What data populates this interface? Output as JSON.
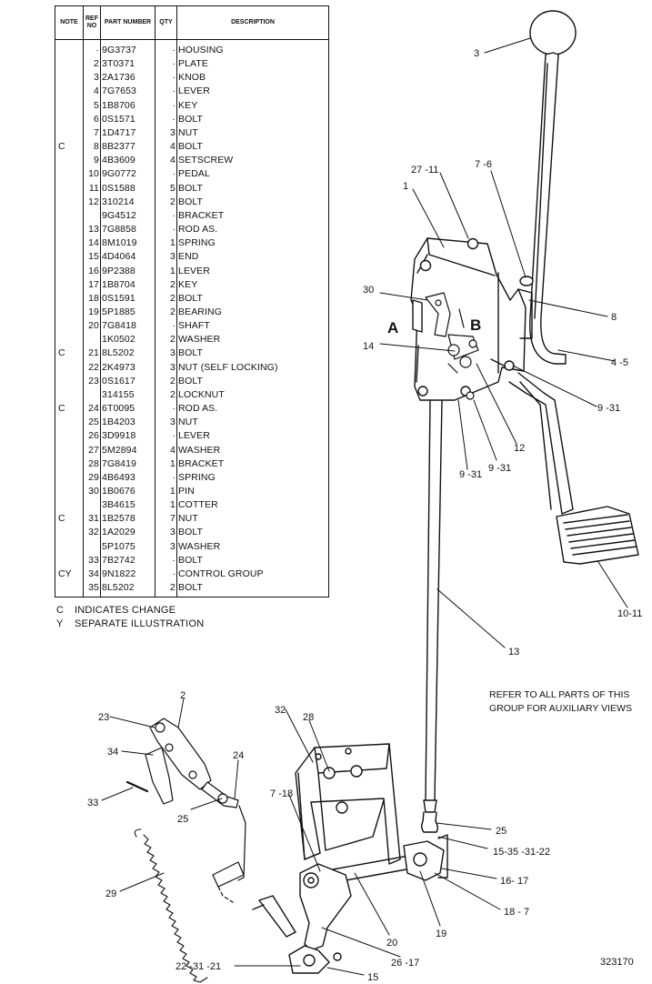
{
  "table": {
    "headers": {
      "note": "NOTE",
      "ref": "REF NO",
      "part": "PART NUMBER",
      "qty": "QTY",
      "desc": "DESCRIPTION"
    },
    "rows": [
      {
        "note": "",
        "ref": "·",
        "part": "9G3737",
        "qty": "·",
        "desc": "HOUSING"
      },
      {
        "note": "",
        "ref": "2",
        "part": "3T0371",
        "qty": "·",
        "desc": "PLATE"
      },
      {
        "note": "",
        "ref": "3",
        "part": "2A1736",
        "qty": "·",
        "desc": "KNOB"
      },
      {
        "note": "",
        "ref": "4",
        "part": "7G7653",
        "qty": "·",
        "desc": "LEVER"
      },
      {
        "note": "",
        "ref": "5",
        "part": "1B8706",
        "qty": "·",
        "desc": "KEY"
      },
      {
        "note": "",
        "ref": "6",
        "part": "0S1571",
        "qty": "·",
        "desc": "BOLT"
      },
      {
        "note": "",
        "ref": "7",
        "part": "1D4717",
        "qty": "3",
        "desc": "NUT"
      },
      {
        "note": "C",
        "ref": "8",
        "part": "8B2377",
        "qty": "4",
        "desc": "BOLT"
      },
      {
        "note": "",
        "ref": "9",
        "part": "4B3609",
        "qty": "4",
        "desc": "SETSCREW"
      },
      {
        "note": "",
        "ref": "10",
        "part": "9G0772",
        "qty": "·",
        "desc": "PEDAL"
      },
      {
        "note": "",
        "ref": "11",
        "part": "0S1588",
        "qty": "5",
        "desc": "BOLT"
      },
      {
        "note": "",
        "ref": "12",
        "part": "310214",
        "qty": "2",
        "desc": "BOLT"
      },
      {
        "note": "",
        "ref": "",
        "part": "9G4512",
        "qty": "·",
        "desc": "BRACKET"
      },
      {
        "note": "",
        "ref": "13",
        "part": "7G8858",
        "qty": "·",
        "desc": "ROD AS."
      },
      {
        "note": "",
        "ref": "14",
        "part": "8M1019",
        "qty": "1",
        "desc": "SPRING"
      },
      {
        "note": "",
        "ref": "15",
        "part": "4D4064",
        "qty": "3",
        "desc": "END"
      },
      {
        "note": "",
        "ref": "16",
        "part": "9P2388",
        "qty": "1",
        "desc": "LEVER"
      },
      {
        "note": "",
        "ref": "17",
        "part": "1B8704",
        "qty": "2",
        "desc": "KEY"
      },
      {
        "note": "",
        "ref": "18",
        "part": "0S1591",
        "qty": "2",
        "desc": "BOLT"
      },
      {
        "note": "",
        "ref": "19",
        "part": "5P1885",
        "qty": "2",
        "desc": "BEARING"
      },
      {
        "note": "",
        "ref": "20",
        "part": "7G8418",
        "qty": "·",
        "desc": "SHAFT"
      },
      {
        "note": "",
        "ref": "",
        "part": "1K0502",
        "qty": "2",
        "desc": "WASHER"
      },
      {
        "note": "C",
        "ref": "21",
        "part": "8L5202",
        "qty": "3",
        "desc": "BOLT"
      },
      {
        "note": "",
        "ref": "22",
        "part": "2K4973",
        "qty": "3",
        "desc": "NUT (SELF LOCKING)"
      },
      {
        "note": "",
        "ref": "23",
        "part": "0S1617",
        "qty": "2",
        "desc": "BOLT"
      },
      {
        "note": "",
        "ref": "",
        "part": "314155",
        "qty": "2",
        "desc": "LOCKNUT"
      },
      {
        "note": "C",
        "ref": "24",
        "part": "6T0095",
        "qty": "·",
        "desc": "ROD AS."
      },
      {
        "note": "",
        "ref": "25",
        "part": "1B4203",
        "qty": "3",
        "desc": "NUT"
      },
      {
        "note": "",
        "ref": "26",
        "part": "3D9918",
        "qty": "·",
        "desc": "LEVER"
      },
      {
        "note": "",
        "ref": "27",
        "part": "5M2894",
        "qty": "4",
        "desc": "WASHER"
      },
      {
        "note": "",
        "ref": "28",
        "part": "7G8419",
        "qty": "1",
        "desc": "BRACKET"
      },
      {
        "note": "",
        "ref": "29",
        "part": "4B6493",
        "qty": "·",
        "desc": "SPRING"
      },
      {
        "note": "",
        "ref": "30",
        "part": "1B0676",
        "qty": "1",
        "desc": "PIN"
      },
      {
        "note": "",
        "ref": "",
        "part": "3B4615",
        "qty": "1",
        "desc": "COTTER"
      },
      {
        "note": "C",
        "ref": "31",
        "part": "1B2578",
        "qty": "7",
        "desc": "NUT"
      },
      {
        "note": "",
        "ref": "32",
        "part": "1A2029",
        "qty": "3",
        "desc": "BOLT"
      },
      {
        "note": "",
        "ref": "",
        "part": "5P1075",
        "qty": "3",
        "desc": "WASHER"
      },
      {
        "note": "",
        "ref": "33",
        "part": "7B2742",
        "qty": "·",
        "desc": "BOLT"
      },
      {
        "note": "CY",
        "ref": "34",
        "part": "9N1822",
        "qty": "·",
        "desc": "CONTROL GROUP"
      },
      {
        "note": "",
        "ref": "35",
        "part": "8L5202",
        "qty": "2",
        "desc": "BOLT"
      }
    ]
  },
  "legend": [
    {
      "code": "C",
      "text": "INDICATES CHANGE"
    },
    {
      "code": "Y",
      "text": "SEPARATE ILLUSTRATION"
    }
  ],
  "refer_note": [
    "REFER TO ALL PARTS OF THIS",
    "GROUP FOR AUXILIARY VIEWS"
  ],
  "figure_number": "323170",
  "callouts": {
    "c3": "3",
    "c27_11": "27 -11",
    "c7_6": "7 -6",
    "c1": "1",
    "c30": "30",
    "cA": "A",
    "cB": "B",
    "c8": "8",
    "c14": "14",
    "c4_5": "4 -5",
    "c9_31a": "9 -31",
    "c12": "12",
    "c9_31b": "9 -31",
    "c9_31c": "9 -31",
    "c10_11": "10-11",
    "c13": "13",
    "c2": "2",
    "c23": "23",
    "c34": "34",
    "c24": "24",
    "c33": "33",
    "c25a": "25",
    "c29": "29",
    "c32": "32",
    "c28": "28",
    "c7_18": "7 -18",
    "c25b": "25",
    "c15_35": "15-35 -31-22",
    "c16_17": "16- 17",
    "c18_7": "18 - 7",
    "c19": "19",
    "c20": "20",
    "c22_31": "22 -31 -21",
    "c26_17": "26 -17",
    "c15": "15"
  }
}
